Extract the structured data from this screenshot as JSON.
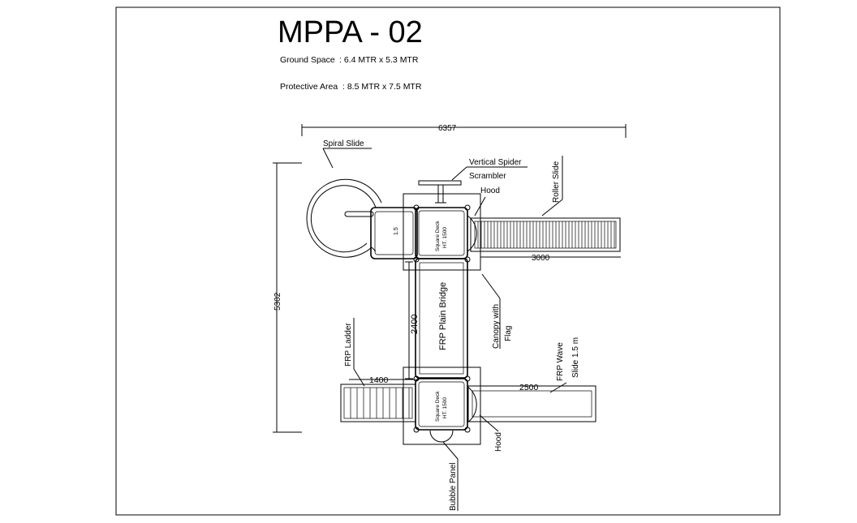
{
  "drawing": {
    "title": "MPPA - 02",
    "ground_space": {
      "label": "Ground Space",
      "value": ": 6.4 MTR   x 5.3 MTR"
    },
    "protective_area": {
      "label": "Protective Area",
      "value": ": 8.5 MTR  x  7.5 MTR"
    }
  },
  "dimensions": {
    "overall_width": "6357",
    "overall_height": "5302",
    "roller_slide_length": "3000",
    "bridge_length": "2400",
    "ladder_length": "1400",
    "wave_slide_length": "2500"
  },
  "labels": {
    "spiral_slide": "Spiral  Slide",
    "vertical_spider": "Vertical Spider",
    "scrambler": "Scrambler",
    "hood_top": "Hood",
    "roller_slide": "Roller  Slide",
    "platform_small": "1.5",
    "deck_top_line1": "Square Deck",
    "deck_top_line2": "HT. 1500",
    "bridge": "FRP Plain Bridge",
    "canopy_line1": "Canopy with",
    "canopy_line2": "Flag",
    "frp_ladder": "FRP Ladder",
    "frp_wave_line1": "FRP Wave",
    "frp_wave_line2": "Slide 1.5 m",
    "deck_bottom_line1": "Square Deck",
    "deck_bottom_line2": "HT. 1500",
    "hood_bottom": "Hood",
    "bubble_panel": "Bubble Panel"
  },
  "colors": {
    "ink": "#000000",
    "paper": "#ffffff"
  }
}
